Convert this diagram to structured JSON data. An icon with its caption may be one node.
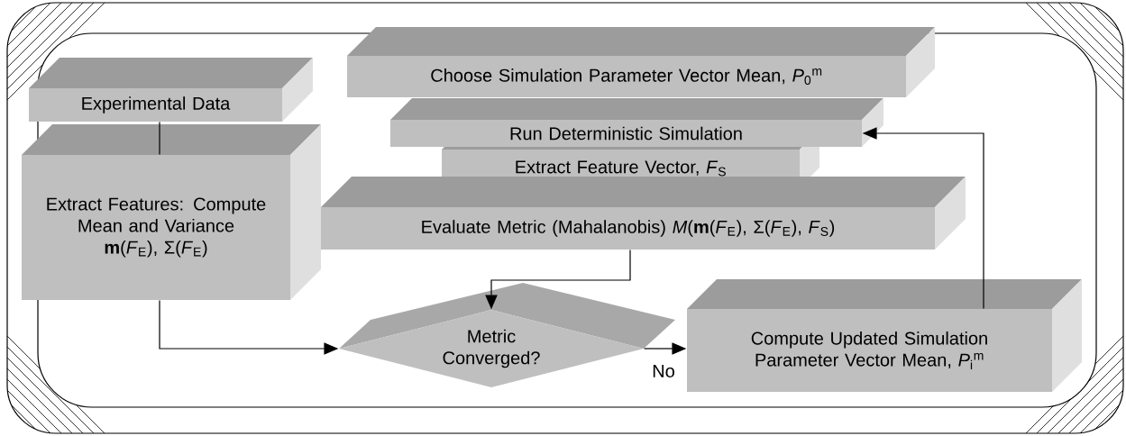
{
  "diagram": {
    "nodes": [
      {
        "text": [
          "Choose Simulation Parameter Vector Mean, *P*$_{0}$$^{m}$"
        ]
      },
      {
        "text": [
          "Experimental Data"
        ]
      },
      {
        "text": [
          "Run Deterministic Simulation"
        ]
      },
      {
        "text": [
          "Extract Features: Compute Mean and Variance",
          "**m**(*F*$_{E}$), Σ(*F*$_{E}$)"
        ]
      },
      {
        "text": [
          "Extract Feature Vector, *F*$_{S}$"
        ]
      },
      {
        "text": [
          "Evaluate Metric (Mahalanobis) *M*(**m**(*F*$_{E}$), Σ(*F*$_{E}$), *F*$_{S}$)"
        ]
      },
      {
        "text": [
          "Metric Converged?"
        ]
      },
      {
        "text": [
          "Compute Updated Simulation Parameter Vector Mean, *P*$_{i}$$^{m}$"
        ]
      }
    ],
    "edges": [
      {
        "from": 1,
        "to": 3,
        "arrow": "none"
      },
      {
        "from": 3,
        "to": 6,
        "arrow": "to"
      },
      {
        "from": 5,
        "to": 6,
        "arrow": "to"
      },
      {
        "from": 6,
        "to": 7,
        "arrow": "to",
        "label": "No"
      },
      {
        "from": 7,
        "to": 2,
        "arrow": "to"
      }
    ]
  }
}
